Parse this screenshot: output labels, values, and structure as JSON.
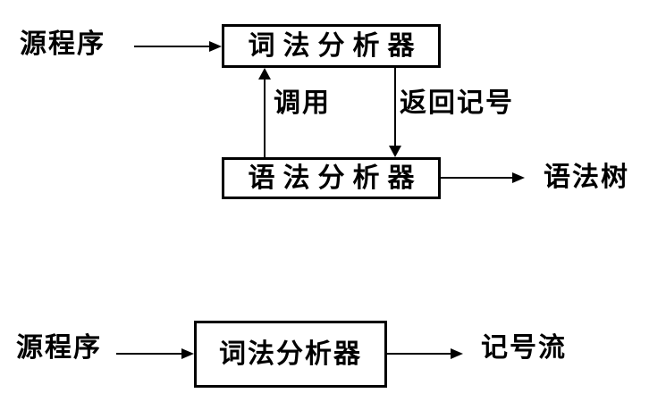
{
  "colors": {
    "ink": "#000000",
    "background": "#ffffff"
  },
  "top_diagram": {
    "source_label": "源程序",
    "lexer_box_label": "词法分析器",
    "call_arrow_label": "调用",
    "return_arrow_label": "返回记号",
    "parser_box_label": "语法分析器",
    "syntax_tree_label": "语法树"
  },
  "bottom_diagram": {
    "source_label": "源程序",
    "lexer_box_label": "词法分析器",
    "token_stream_label": "记号流"
  }
}
